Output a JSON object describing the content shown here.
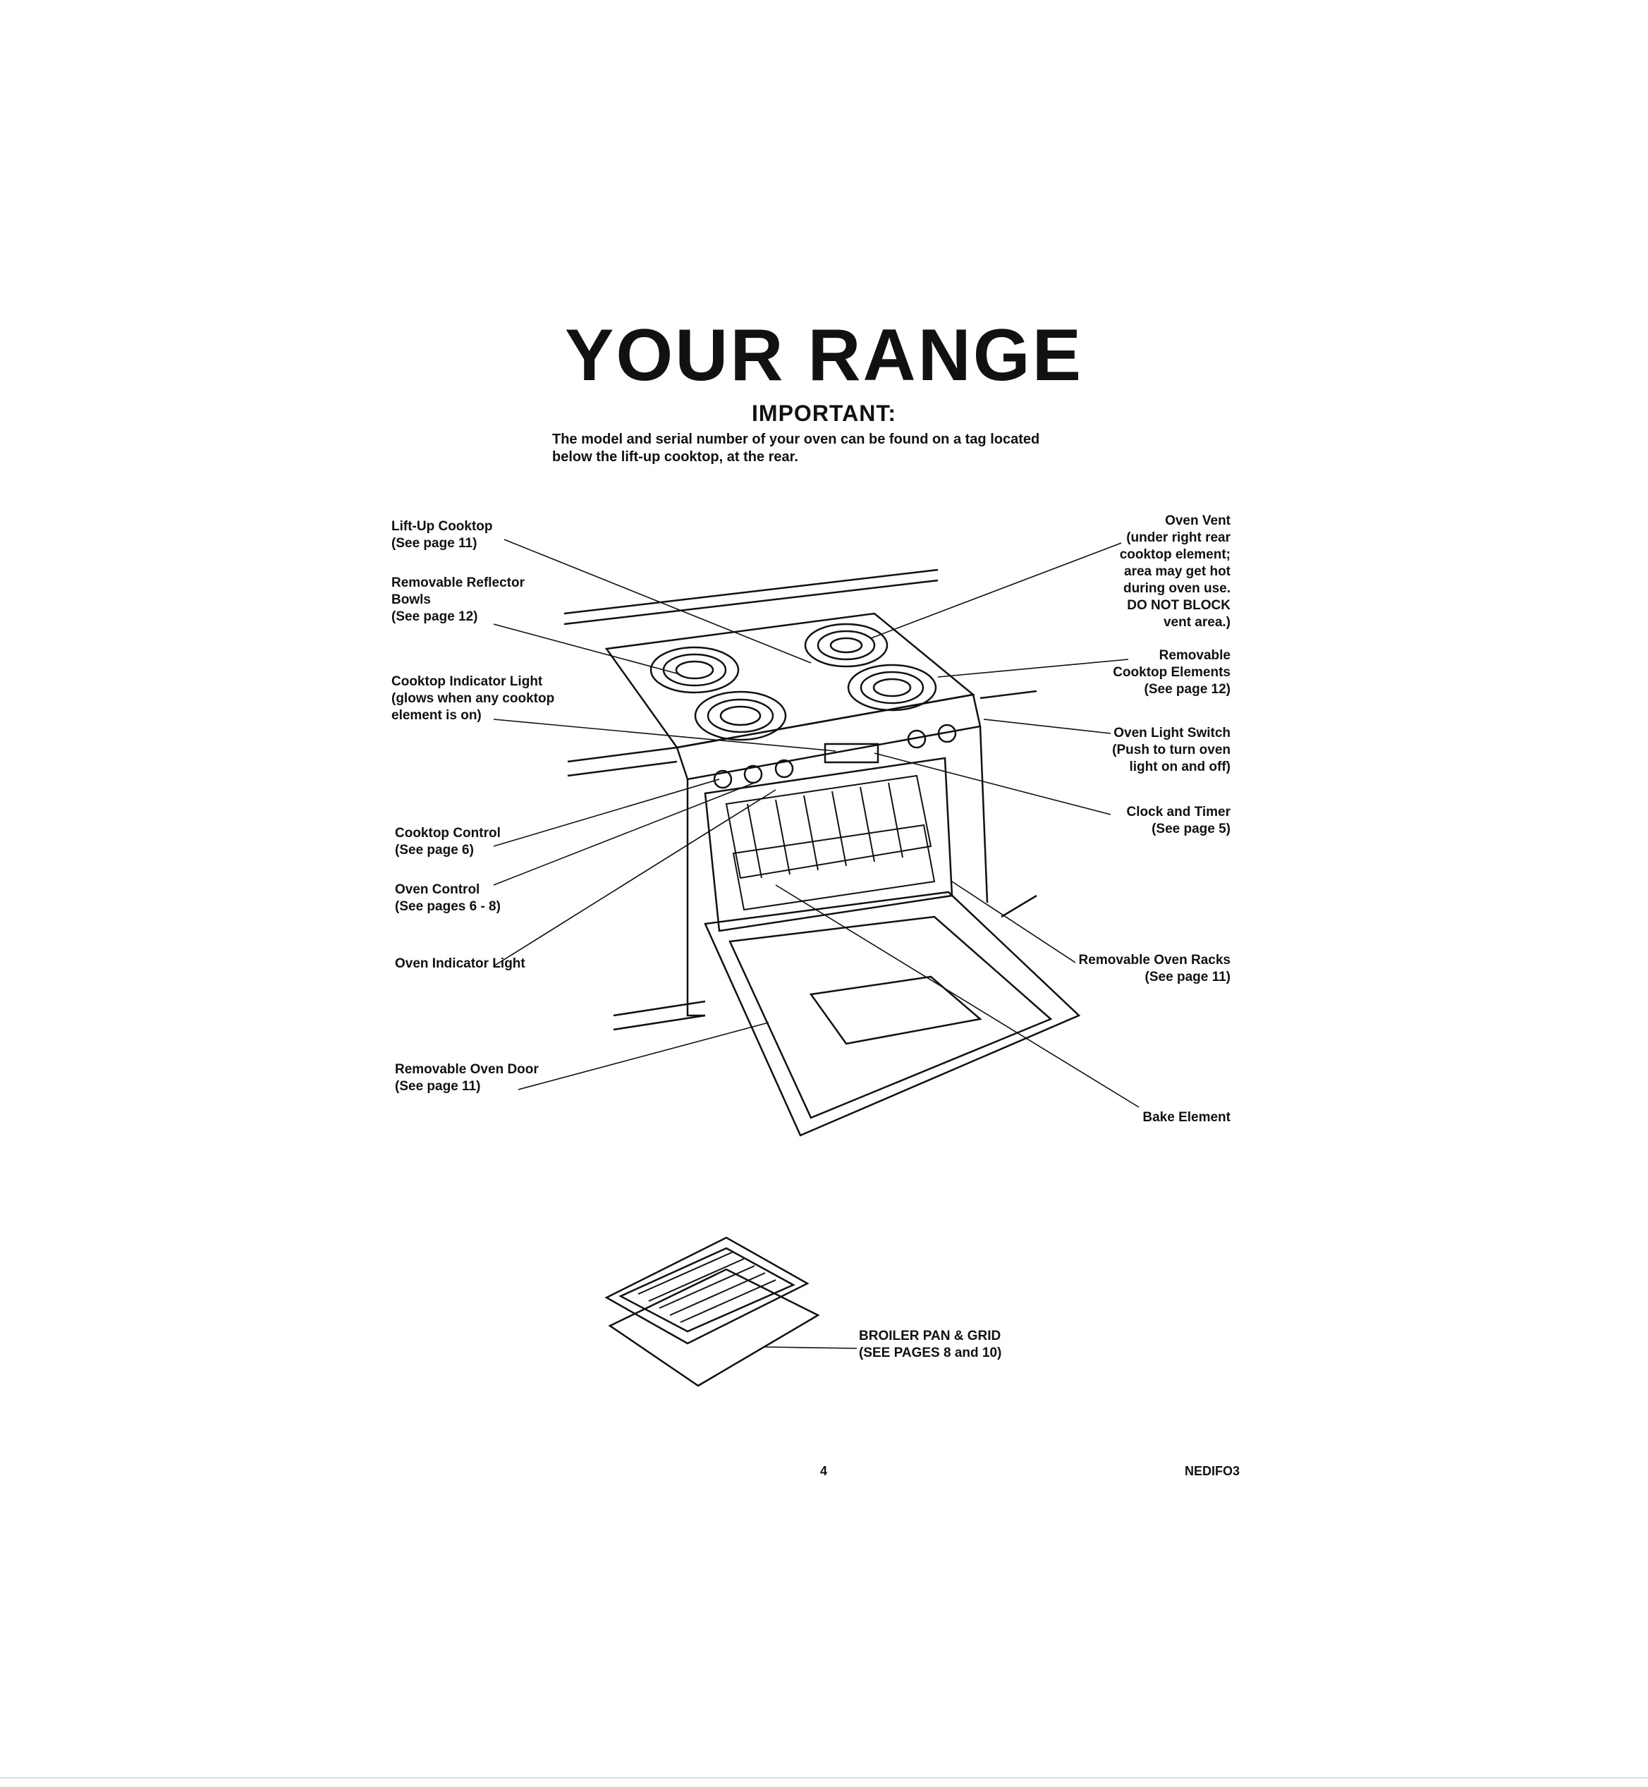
{
  "page": {
    "title": "YOUR RANGE",
    "important": {
      "heading": "IMPORTANT:",
      "text_line1": "The model and serial number of your oven can be found on a tag located",
      "text_line2": "below the lift-up cooktop, at the rear."
    }
  },
  "callouts_left": [
    {
      "id": "lift-up-cooktop",
      "lines": [
        "Lift-Up Cooktop",
        "(See page 11)"
      ]
    },
    {
      "id": "reflector-bowls",
      "lines": [
        "Removable Reflector",
        "Bowls",
        "(See page 12)"
      ]
    },
    {
      "id": "cooktop-indicator-light",
      "lines": [
        "Cooktop Indicator Light",
        "(glows when any cooktop",
        "element is on)"
      ]
    },
    {
      "id": "cooktop-control",
      "lines": [
        "Cooktop Control",
        "(See page 6)"
      ]
    },
    {
      "id": "oven-control",
      "lines": [
        "Oven Control",
        "(See pages 6 - 8)"
      ]
    },
    {
      "id": "oven-indicator-light",
      "lines": [
        "Oven Indicator Light"
      ]
    },
    {
      "id": "oven-door",
      "lines": [
        "Removable Oven Door",
        "(See page 11)"
      ]
    }
  ],
  "callouts_right": [
    {
      "id": "oven-vent",
      "lines": [
        "Oven Vent",
        "(under right rear",
        "cooktop element;",
        "area may get hot",
        "during oven use.",
        "DO NOT BLOCK",
        "vent area.)"
      ]
    },
    {
      "id": "cooktop-elements",
      "lines": [
        "Removable",
        "Cooktop Elements",
        "(See page 12)"
      ]
    },
    {
      "id": "oven-light-switch",
      "lines": [
        "Oven Light Switch",
        "(Push to turn oven",
        "light on and off)"
      ]
    },
    {
      "id": "clock-timer",
      "lines": [
        "Clock and Timer",
        "(See page 5)"
      ]
    },
    {
      "id": "oven-racks",
      "lines": [
        "Removable Oven Racks",
        "(See page 11)"
      ]
    },
    {
      "id": "bake-element",
      "lines": [
        "Bake Element"
      ]
    }
  ],
  "broiler": {
    "lines": [
      "BROILER PAN & GRID",
      "(SEE PAGES 8 and 10)"
    ]
  },
  "footer": {
    "page_number": "4",
    "code": "NEDIFO3"
  }
}
